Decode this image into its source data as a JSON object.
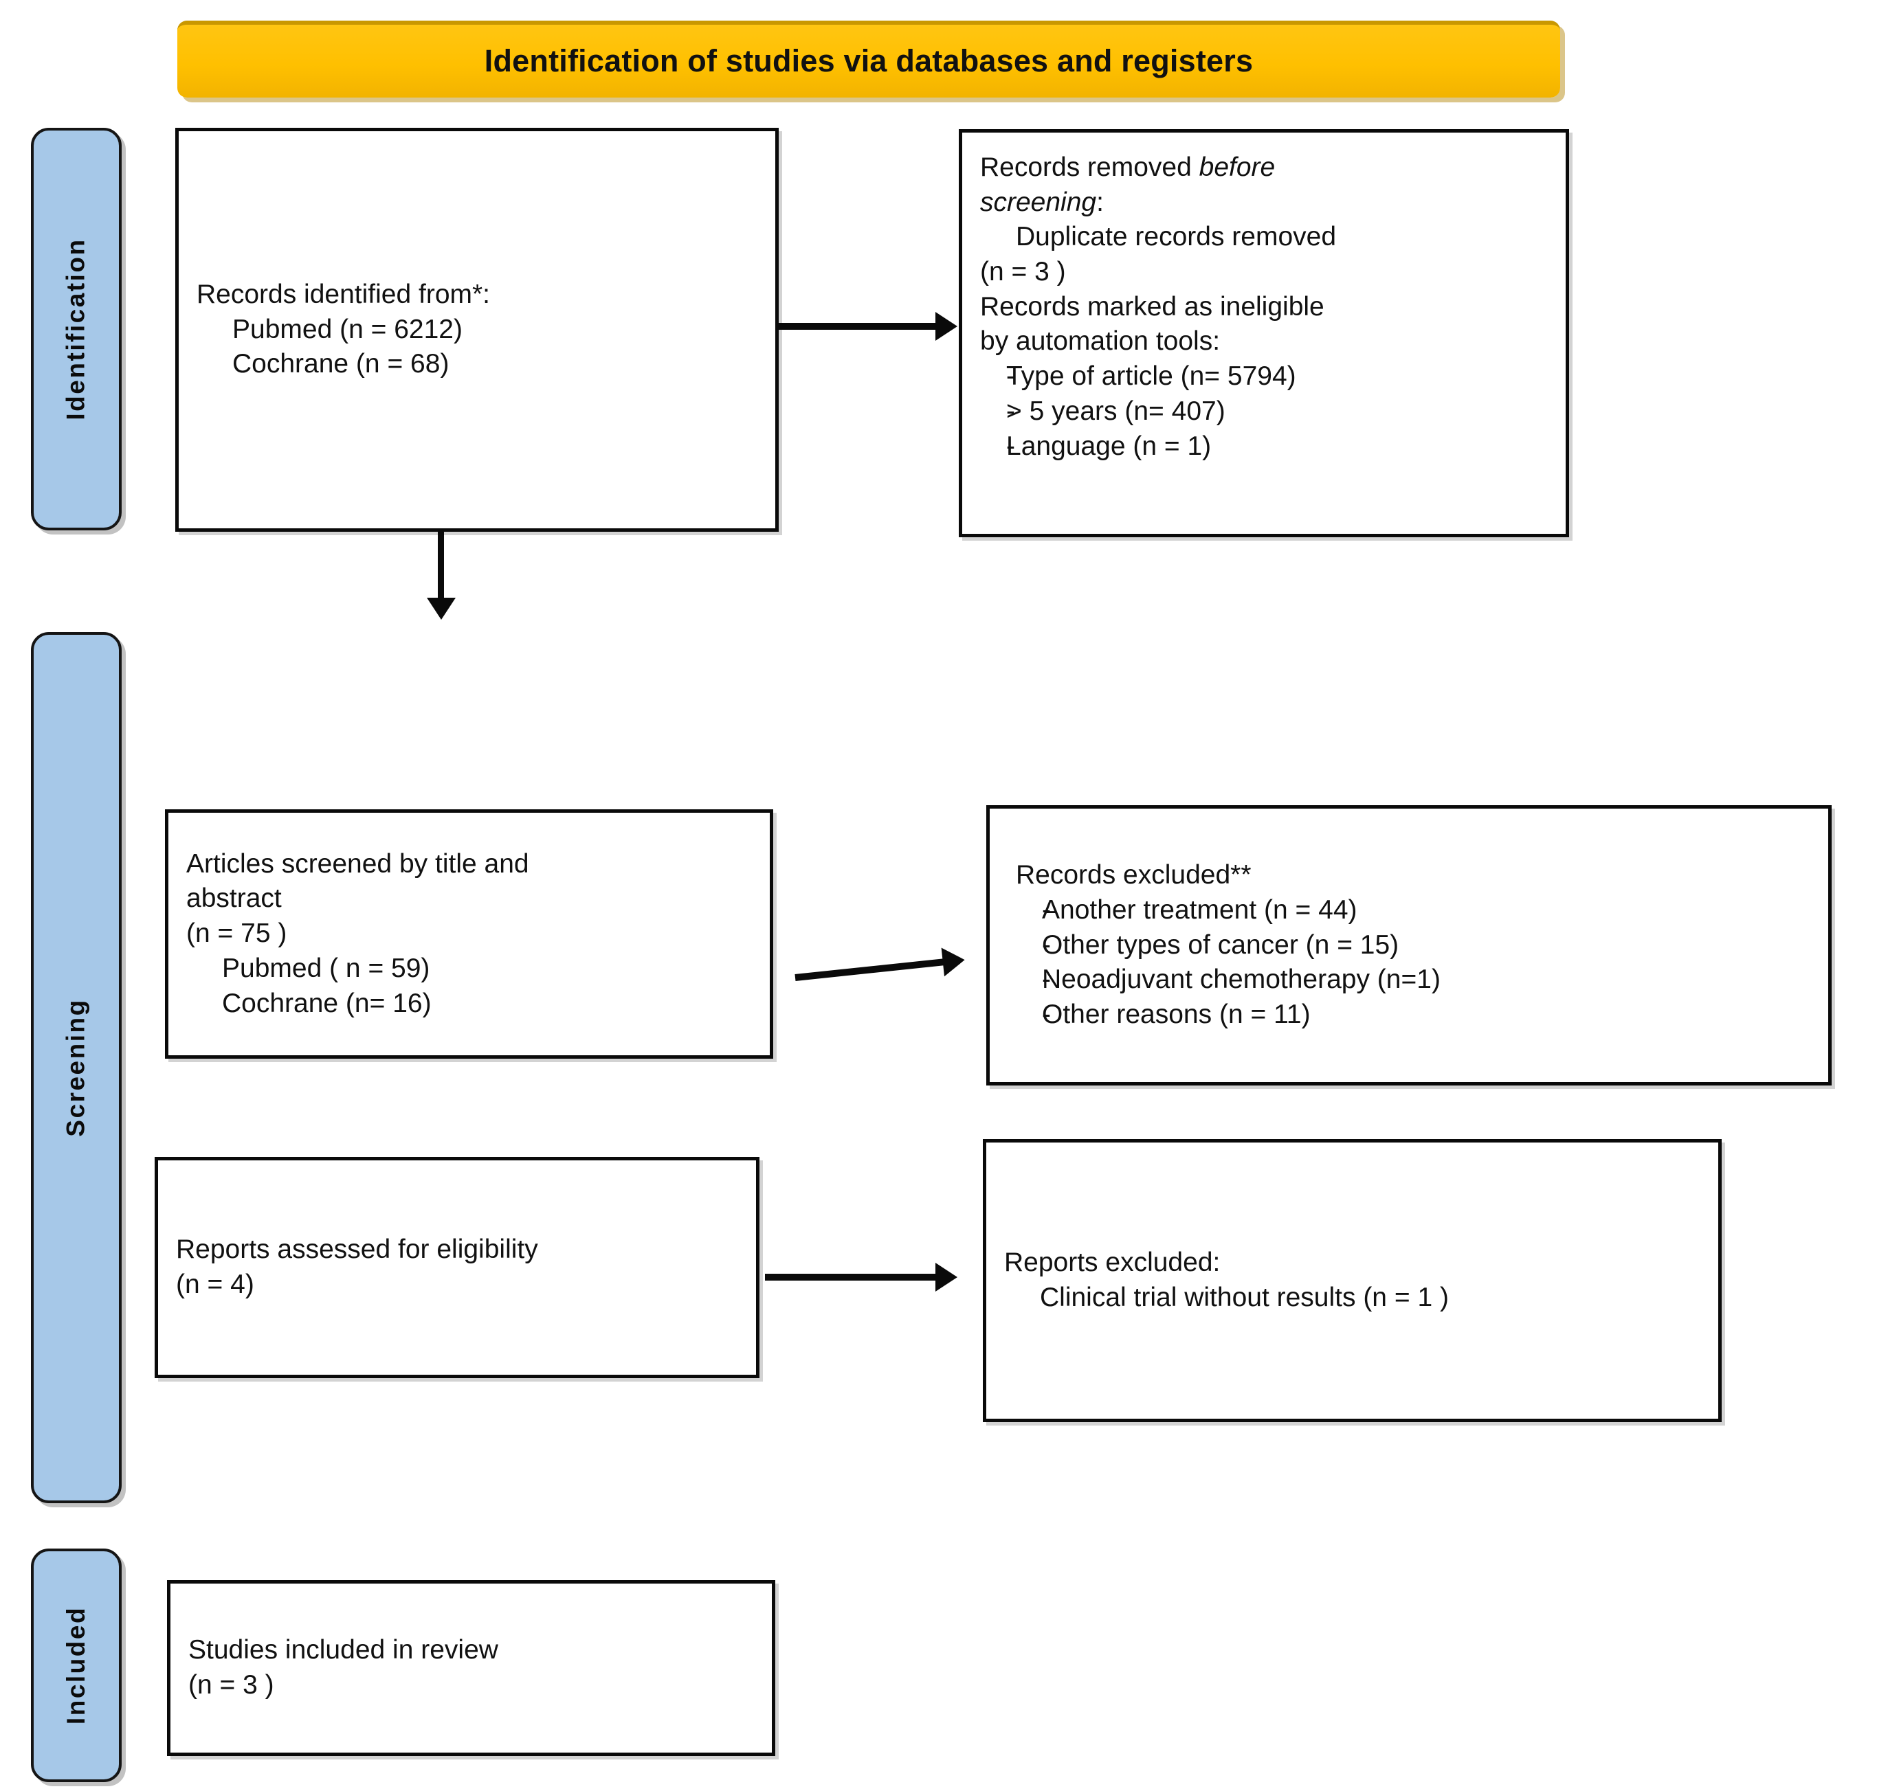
{
  "diagram": {
    "type": "prisma-flow-diagram",
    "banner": {
      "title": "Identification of studies via databases and registers",
      "color": "#FFC000"
    },
    "stages": [
      {
        "id": "identification",
        "label": "Identification",
        "color": "#A6C8E8"
      },
      {
        "id": "screening",
        "label": "Screening",
        "color": "#A6C8E8"
      },
      {
        "id": "included",
        "label": "Included",
        "color": "#A6C8E8"
      }
    ],
    "boxes": {
      "records_identified": {
        "title": "Records identified from*:",
        "items": [
          "Pubmed (n = 6212)",
          "Cochrane (n = 68)"
        ]
      },
      "records_removed": {
        "title_part1": "Records removed ",
        "title_italic1": "before",
        "title_italic2": "screening",
        "title_colon": ":",
        "duplicate_label": "Duplicate records removed",
        "duplicate_n": "(n = 3 )",
        "automation_line1": "Records marked as ineligible",
        "automation_line2": "by automation tools:",
        "automation_items": [
          "Type of article (n= 5794)",
          "> 5 years (n= 407)",
          "Language (n = 1)"
        ]
      },
      "articles_screened": {
        "title_line1": "Articles screened by title and",
        "title_line2": "abstract",
        "total_n": "(n = 75 )",
        "items": [
          "Pubmed ( n = 59)",
          "Cochrane (n= 16)"
        ]
      },
      "records_excluded": {
        "title": "Records excluded**",
        "items": [
          "Another treatment (n = 44)",
          "Other types of cancer (n = 15)",
          "Neoadjuvant chemotherapy (n=1)",
          "Other reasons (n = 11)"
        ]
      },
      "reports_assessed": {
        "title": "Reports assessed for eligibility",
        "total_n": "(n = 4)"
      },
      "reports_excluded": {
        "title": "Reports excluded:",
        "items": [
          "Clinical trial without results (n = 1 )"
        ]
      },
      "studies_included": {
        "title": "Studies included in review",
        "total_n": "(n = 3 )"
      }
    },
    "connectors": [
      {
        "id": "identified-to-removed",
        "from": "records_identified",
        "to": "records_removed",
        "direction": "right"
      },
      {
        "id": "identified-to-screened",
        "from": "records_identified",
        "to": "articles_screened",
        "direction": "down"
      },
      {
        "id": "screened-to-excluded",
        "from": "articles_screened",
        "to": "records_excluded",
        "direction": "right"
      },
      {
        "id": "assessed-to-excluded",
        "from": "reports_assessed",
        "to": "reports_excluded",
        "direction": "right"
      }
    ]
  }
}
